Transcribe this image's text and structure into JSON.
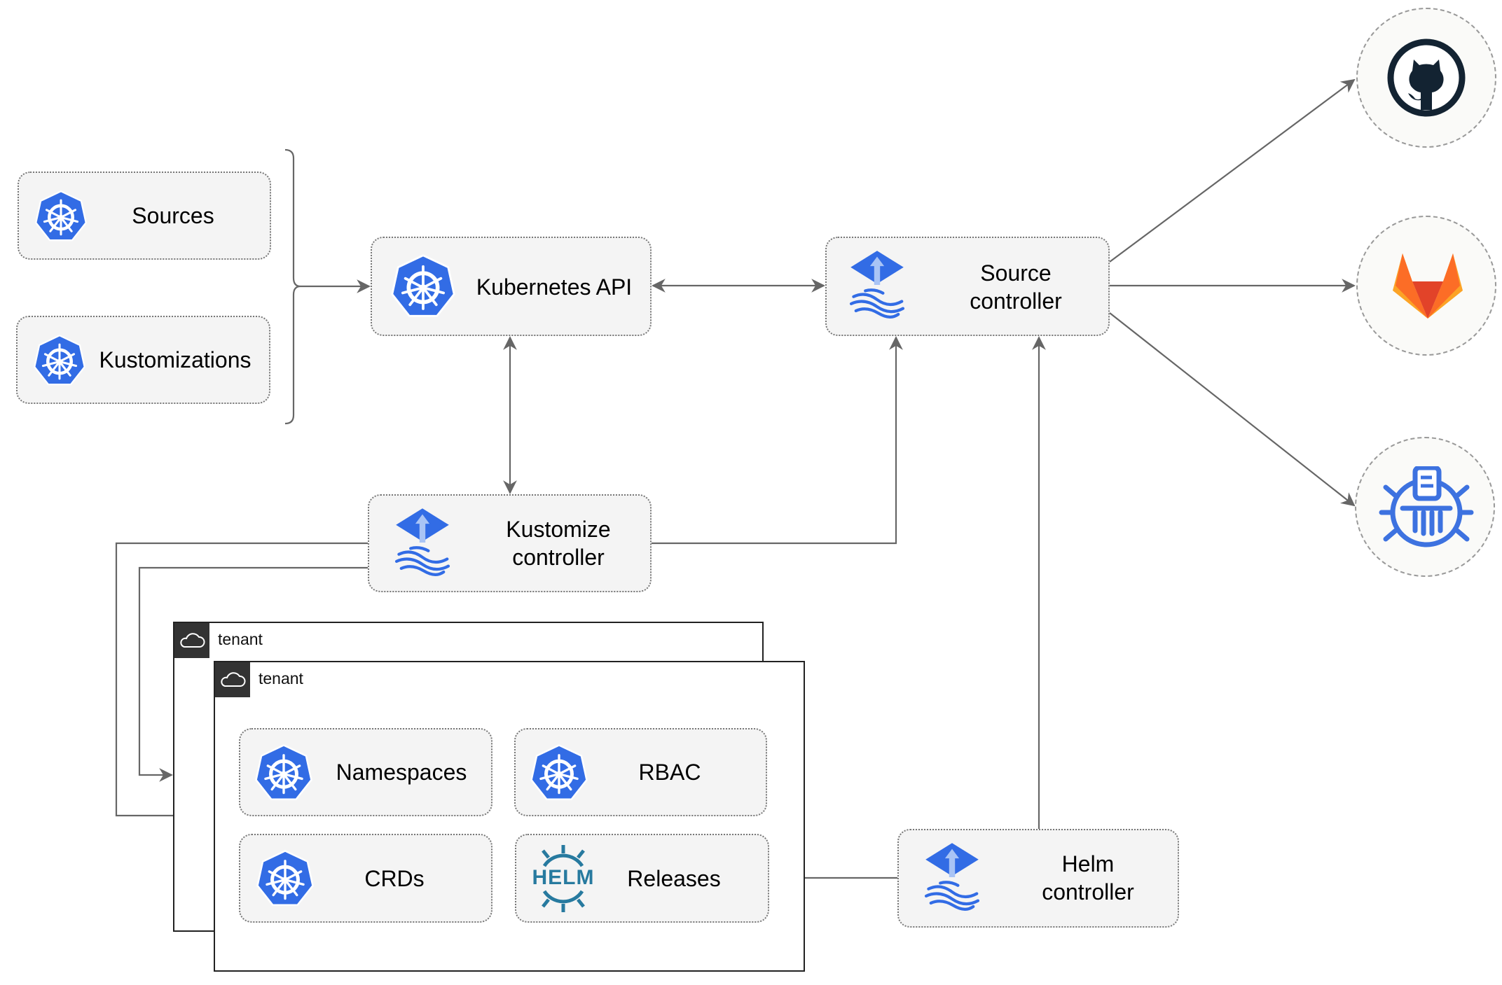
{
  "nodes": {
    "sources": "Sources",
    "kustomizations": "Kustomizations",
    "kubernetes_api": "Kubernetes API",
    "source_controller": [
      "Source",
      "controller"
    ],
    "kustomize_controller": [
      "Kustomize",
      "controller"
    ],
    "helm_controller": [
      "Helm",
      "controller"
    ],
    "namespaces": "Namespaces",
    "rbac": "RBAC",
    "crds": "CRDs",
    "releases": "Releases",
    "helm_logo_text": "HELM"
  },
  "tenants": [
    "tenant",
    "tenant"
  ],
  "external": [
    "github-icon",
    "gitlab-icon",
    "bucket-icon"
  ],
  "colors": {
    "k8s_blue": "#326ce5",
    "line": "#666666",
    "gitlab_orange": "#e24329",
    "github_dark": "#132332",
    "helm_blue": "#277a9f"
  }
}
